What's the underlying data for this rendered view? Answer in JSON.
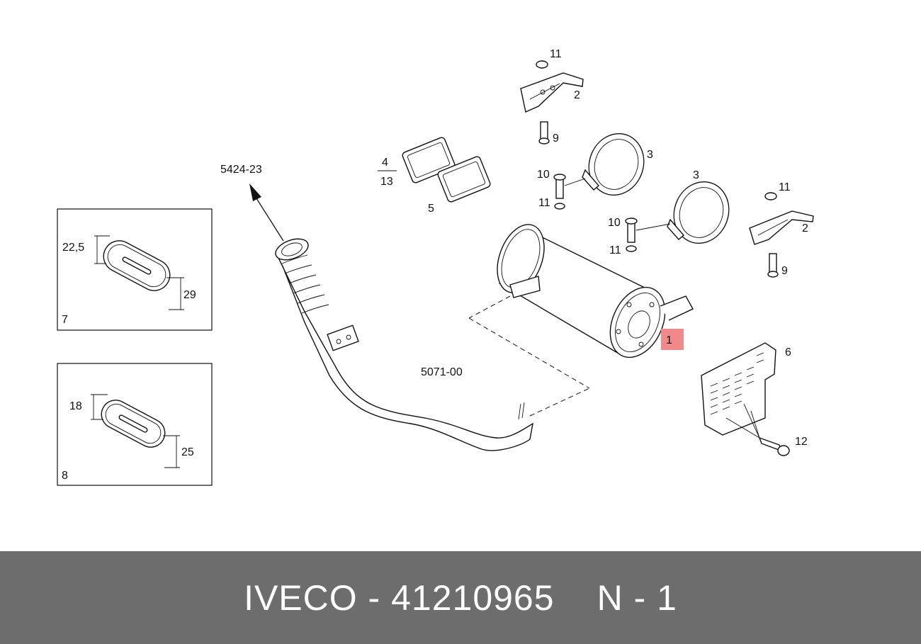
{
  "diagram": {
    "callouts": {
      "c11a": "11",
      "c2a": "2",
      "c9a": "9",
      "c3a": "3",
      "c10a": "10",
      "c11b": "11",
      "c4": "4",
      "c13": "13",
      "c5": "5",
      "c3b": "3",
      "c11c": "11",
      "c2b": "2",
      "c10b": "10",
      "c11d": "11",
      "c9b": "9",
      "c1": "1",
      "c6": "6",
      "c12": "12",
      "ref_top": "5424-23",
      "ref_pipe": "5071-00",
      "c7": "7",
      "c8": "8",
      "dim_225": "22,5",
      "dim_29": "29",
      "dim_18": "18",
      "dim_25": "25"
    },
    "highlight_color": "#f08a8a"
  },
  "footer": {
    "part_code": "IVECO - 41210965",
    "position": "N - 1",
    "background": "#6d6d6d"
  }
}
